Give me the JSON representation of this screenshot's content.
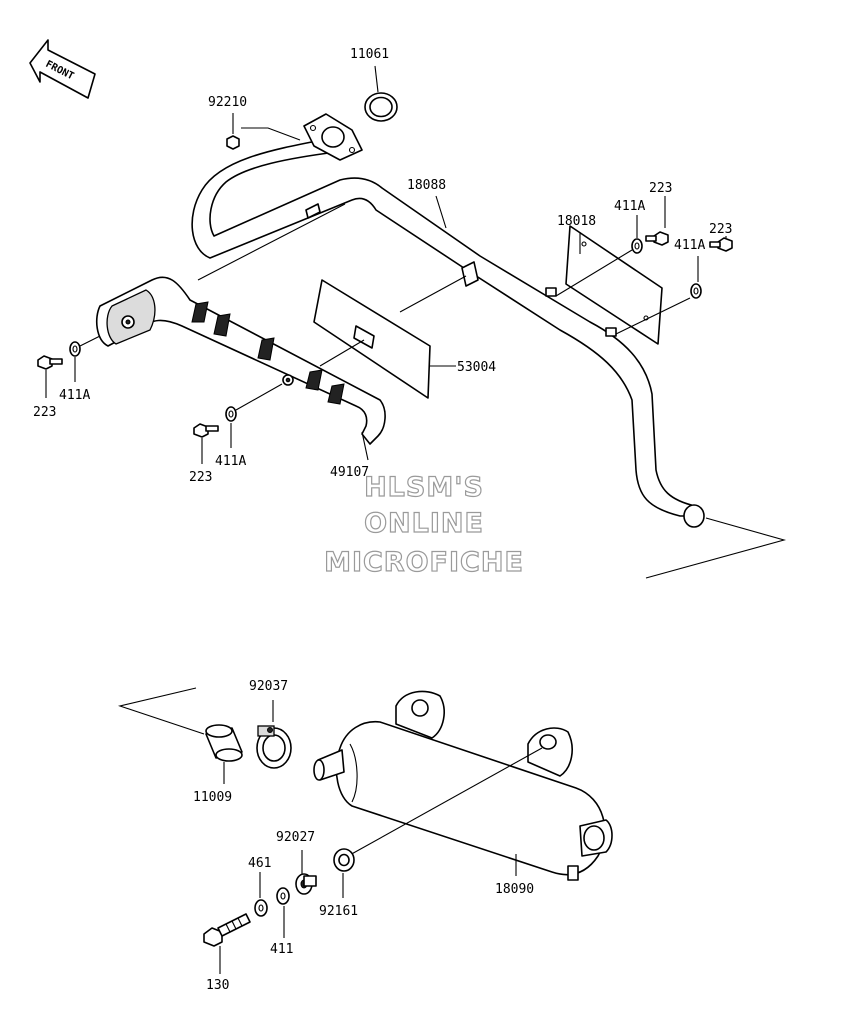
{
  "front_indicator": "FRONT",
  "watermark": [
    "HLSM'S",
    "ONLINE",
    "MICROFICHE"
  ],
  "callouts": {
    "upper": [
      "11061",
      "92210",
      "18088",
      "18018",
      "411A",
      "223",
      "223",
      "411A",
      "53004",
      "223",
      "411A",
      "223",
      "411A",
      "49107"
    ],
    "lower": [
      "92037",
      "11009",
      "92027",
      "461",
      "92161",
      "18090",
      "411",
      "130"
    ]
  },
  "colors": {
    "line": "#000000",
    "background": "#ffffff",
    "watermark_outline": "#9a9a9a"
  }
}
